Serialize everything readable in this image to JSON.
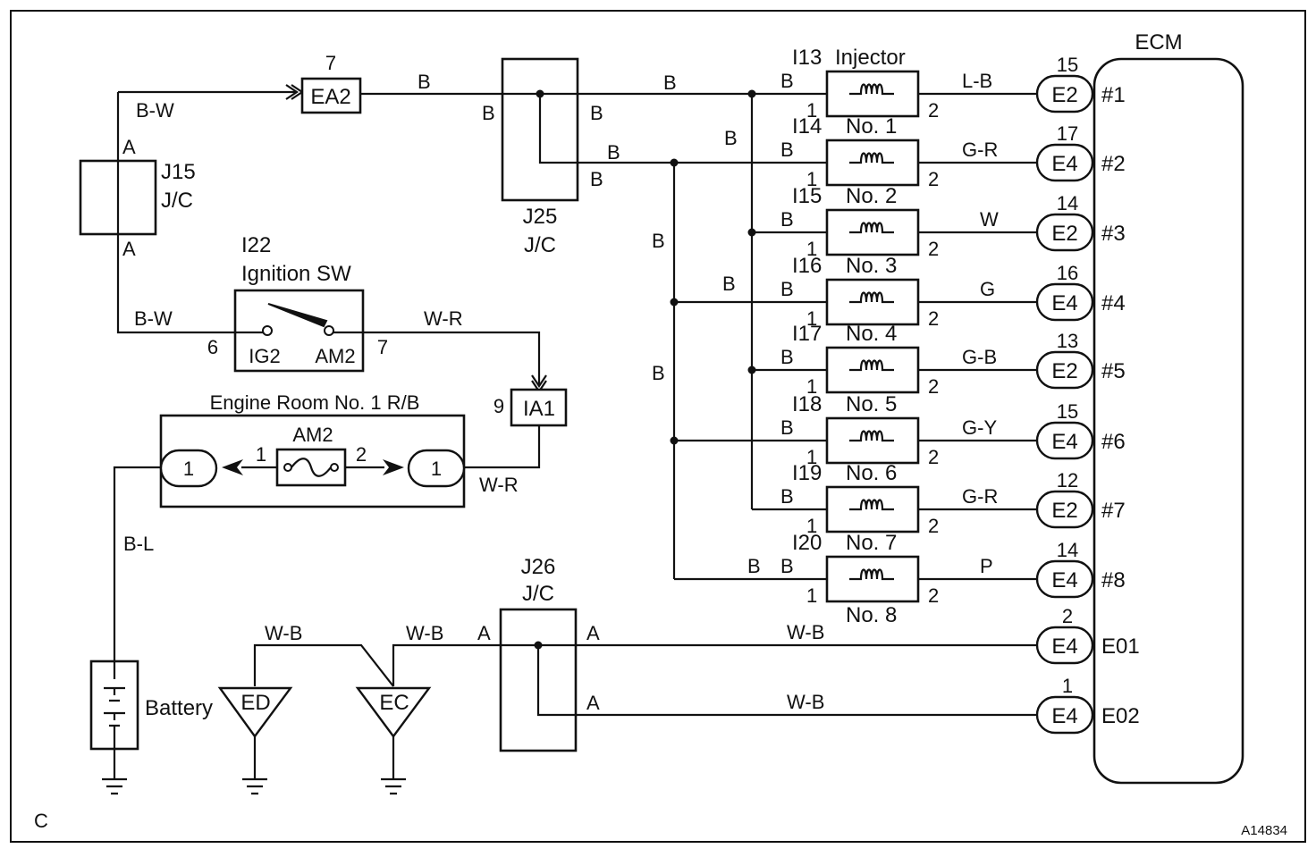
{
  "figure_code": "C",
  "figure_id": "A14834",
  "ecm": {
    "title": "ECM",
    "connectors": [
      {
        "label": "E2",
        "pin": "15",
        "terminal": "#1",
        "wire": "L-B"
      },
      {
        "label": "E4",
        "pin": "17",
        "terminal": "#2",
        "wire": "G-R"
      },
      {
        "label": "E2",
        "pin": "14",
        "terminal": "#3",
        "wire": "W"
      },
      {
        "label": "E4",
        "pin": "16",
        "terminal": "#4",
        "wire": "G"
      },
      {
        "label": "E2",
        "pin": "13",
        "terminal": "#5",
        "wire": "G-B"
      },
      {
        "label": "E4",
        "pin": "15",
        "terminal": "#6",
        "wire": "G-Y"
      },
      {
        "label": "E2",
        "pin": "12",
        "terminal": "#7",
        "wire": "G-R"
      },
      {
        "label": "E4",
        "pin": "14",
        "terminal": "#8",
        "wire": "P"
      },
      {
        "label": "E4",
        "pin": "2",
        "terminal": "E01",
        "wire": "W-B"
      },
      {
        "label": "E4",
        "pin": "1",
        "terminal": "E02",
        "wire": "W-B"
      }
    ]
  },
  "injectors": [
    {
      "code": "I13",
      "name": "Injector",
      "in_wire": "B",
      "pin_in": "1",
      "pin_out": "2"
    },
    {
      "code": "I14",
      "name": "No. 1",
      "in_wire": "B",
      "pin_in": "1",
      "pin_out": "2"
    },
    {
      "code": "I15",
      "name": "No. 2",
      "in_wire": "B",
      "pin_in": "1",
      "pin_out": "2"
    },
    {
      "code": "I16",
      "name": "No. 3",
      "in_wire": "B",
      "pin_in": "1",
      "pin_out": "2"
    },
    {
      "code": "I17",
      "name": "No. 4",
      "in_wire": "B",
      "pin_in": "1",
      "pin_out": "2"
    },
    {
      "code": "I18",
      "name": "No. 5",
      "in_wire": "B",
      "pin_in": "1",
      "pin_out": "2"
    },
    {
      "code": "I19",
      "name": "No. 6",
      "in_wire": "B",
      "pin_in": "1",
      "pin_out": "2"
    },
    {
      "code": "I20",
      "name": "No. 7",
      "in_wire": "B",
      "pin_in": "1",
      "pin_out": "2"
    }
  ],
  "injector_last_name": "No. 8",
  "bus_labels": {
    "b1": "B",
    "b2": "B",
    "b3": "B",
    "b4": "B",
    "b5": "B",
    "b6": "B",
    "b7": "B",
    "b8": "B"
  },
  "ea2": {
    "label": "EA2",
    "pin": "7",
    "wire_in": "B-W",
    "wire_out": "B"
  },
  "j15": {
    "code": "J15",
    "type": "J/C",
    "pin_top": "A",
    "pin_bottom": "A",
    "wire_bottom": "B-W"
  },
  "j25": {
    "code": "J25",
    "type": "J/C",
    "pin_left": "B",
    "pin_right1": "B",
    "pin_right2": "B",
    "wire_right2": "B"
  },
  "ignition": {
    "code": "I22",
    "name": "Ignition SW",
    "pin_left": "6",
    "pin_right": "7",
    "term_left": "IG2",
    "term_right": "AM2",
    "wire_out": "W-R"
  },
  "ia1": {
    "label": "IA1",
    "pin": "9"
  },
  "relay_block": {
    "title": "Engine Room No. 1 R/B",
    "fuse": "AM2",
    "pin_left": "1",
    "pin_right": "2",
    "conn_left": "1",
    "conn_right": "1",
    "wire_right": "W-R"
  },
  "battery": {
    "label": "Battery",
    "wire": "B-L"
  },
  "grounds": [
    {
      "label": "ED",
      "wire": "W-B"
    },
    {
      "label": "EC",
      "wire": "W-B"
    }
  ],
  "j26": {
    "code": "J26",
    "type": "J/C",
    "pin_left": "A",
    "pin_right1": "A",
    "pin_right2": "A"
  }
}
